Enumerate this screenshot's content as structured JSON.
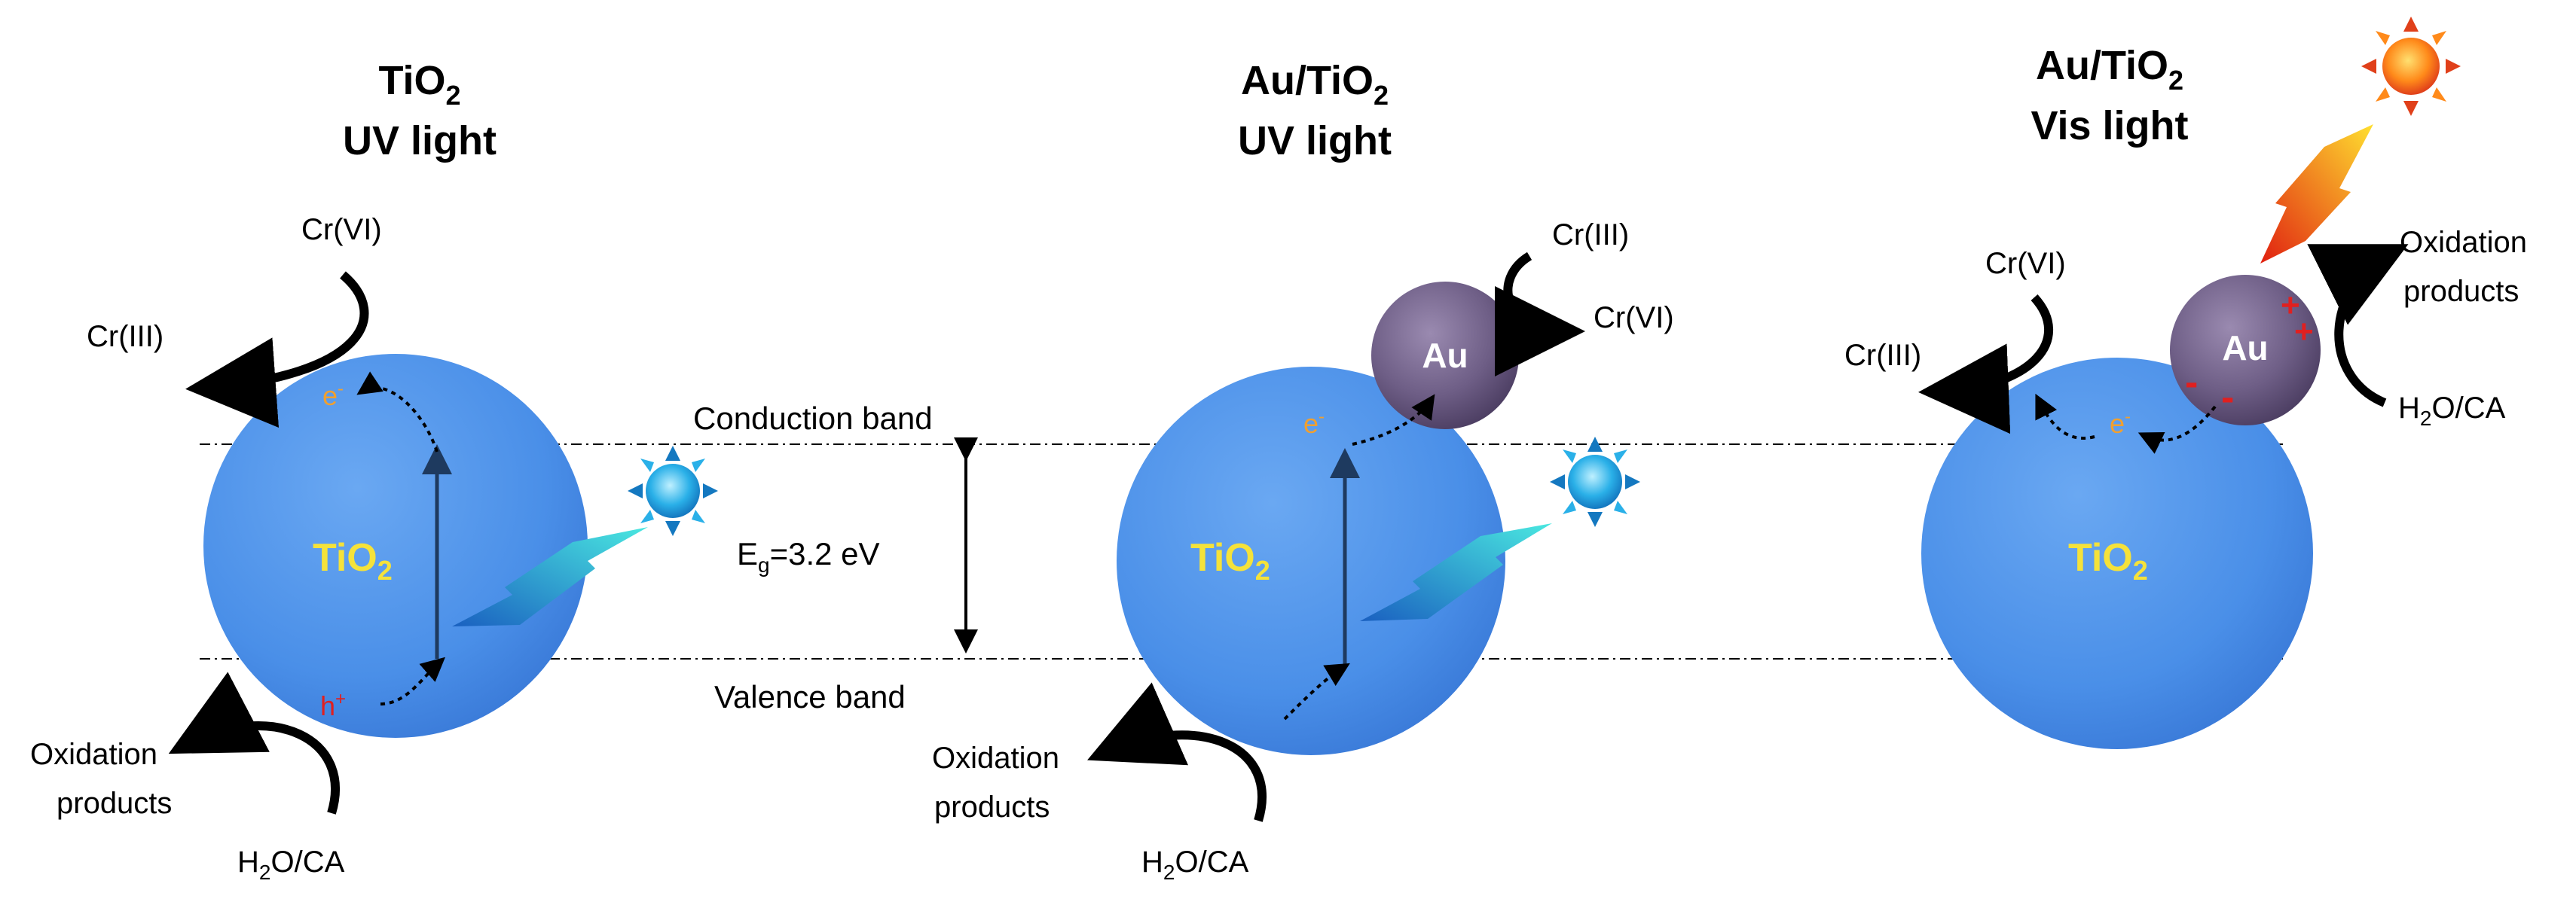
{
  "panels": [
    {
      "title_main": "TiO",
      "title_sub": "2",
      "title_suffix": "",
      "title_prefix": "",
      "light": "UV light",
      "particle": "TiO",
      "particle_sub": "2"
    },
    {
      "title_prefix": "Au/TiO",
      "title_sub": "2",
      "light": "UV light",
      "particle": "TiO",
      "particle_sub": "2",
      "au": "Au"
    },
    {
      "title_prefix": "Au/TiO",
      "title_sub": "2",
      "light": "Vis light",
      "particle": "TiO",
      "particle_sub": "2",
      "au": "Au"
    }
  ],
  "bands": {
    "conduction": "Conduction band",
    "valence": "Valence band",
    "gap_prefix": "E",
    "gap_sub": "g",
    "gap_value": "=3.2 eV"
  },
  "species": {
    "cr6": "Cr(VI)",
    "cr3": "Cr(III)",
    "oxidation_line1": "Oxidation",
    "oxidation_line2": "products",
    "h2o_prefix": "H",
    "h2o_sub": "2",
    "h2o_suffix": "O/CA"
  },
  "charges": {
    "electron": "e",
    "electron_sup": "-",
    "hole": "h",
    "hole_sup": "+",
    "plus": "+",
    "minus": "-"
  },
  "colors": {
    "tio2_particle": "#4a8fe8",
    "tio2_label": "#f5e23a",
    "au_particle": "#6e5e86",
    "electron": "#f0a030",
    "hole": "#e02020",
    "arrow": "#000000"
  }
}
